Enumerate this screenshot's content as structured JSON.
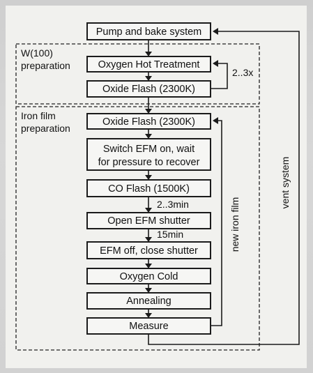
{
  "regions": {
    "w100_label": [
      "W(100)",
      "preparation"
    ],
    "iron_label": [
      "Iron film",
      "preparation"
    ]
  },
  "steps": {
    "pump_bake": "Pump and bake system",
    "oxygen_hot": "Oxygen Hot Treatment",
    "oxide_flash_1": "Oxide Flash (2300K)",
    "oxide_flash_2": "Oxide Flash (2300K)",
    "switch_efm": [
      "Switch EFM on, wait",
      "for pressure to recover"
    ],
    "co_flash": "CO Flash (1500K)",
    "open_shutter": "Open EFM shutter",
    "efm_off": "EFM off, close shutter",
    "oxygen_cold": "Oxygen Cold",
    "annealing": "Annealing",
    "measure": "Measure"
  },
  "edge_labels": {
    "repeat": "2..3x",
    "wait_1": "2..3min",
    "wait_2": "15min",
    "new_iron_film": "new iron film",
    "vent_system": "vent system"
  }
}
